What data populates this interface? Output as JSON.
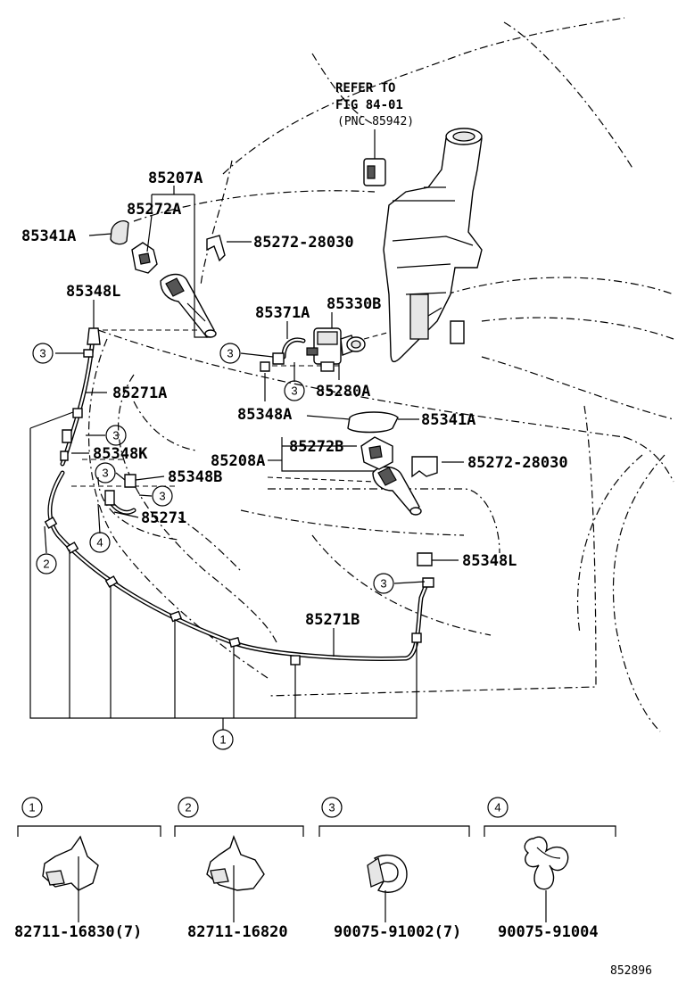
{
  "reference": {
    "line1": "REFER TO",
    "line2": "FIG 84-01",
    "line3": "(PNC 85942)"
  },
  "part_labels": {
    "p85207A": "85207A",
    "p85272A": "85272A",
    "p85341A_left": "85341A",
    "p85272_28030_top": "85272-28030",
    "p85348L_top": "85348L",
    "p85371A": "85371A",
    "p85330B": "85330B",
    "p85271A": "85271A",
    "p85280A": "85280A",
    "p85348A": "85348A",
    "p85341A_right": "85341A",
    "p85348K": "85348K",
    "p85272B": "85272B",
    "p85208A": "85208A",
    "p85272_28030_mid": "85272-28030",
    "p85348B": "85348B",
    "p85271": "85271",
    "p85348L_bottom": "85348L",
    "p85271B": "85271B"
  },
  "callouts": [
    "1",
    "2",
    "3",
    "4"
  ],
  "clip_legend": [
    {
      "number": "1",
      "part": "82711-16830(7)"
    },
    {
      "number": "2",
      "part": "82711-16820"
    },
    {
      "number": "3",
      "part": "90075-91002(7)"
    },
    {
      "number": "4",
      "part": "90075-91004"
    }
  ],
  "figure_id": "852896"
}
